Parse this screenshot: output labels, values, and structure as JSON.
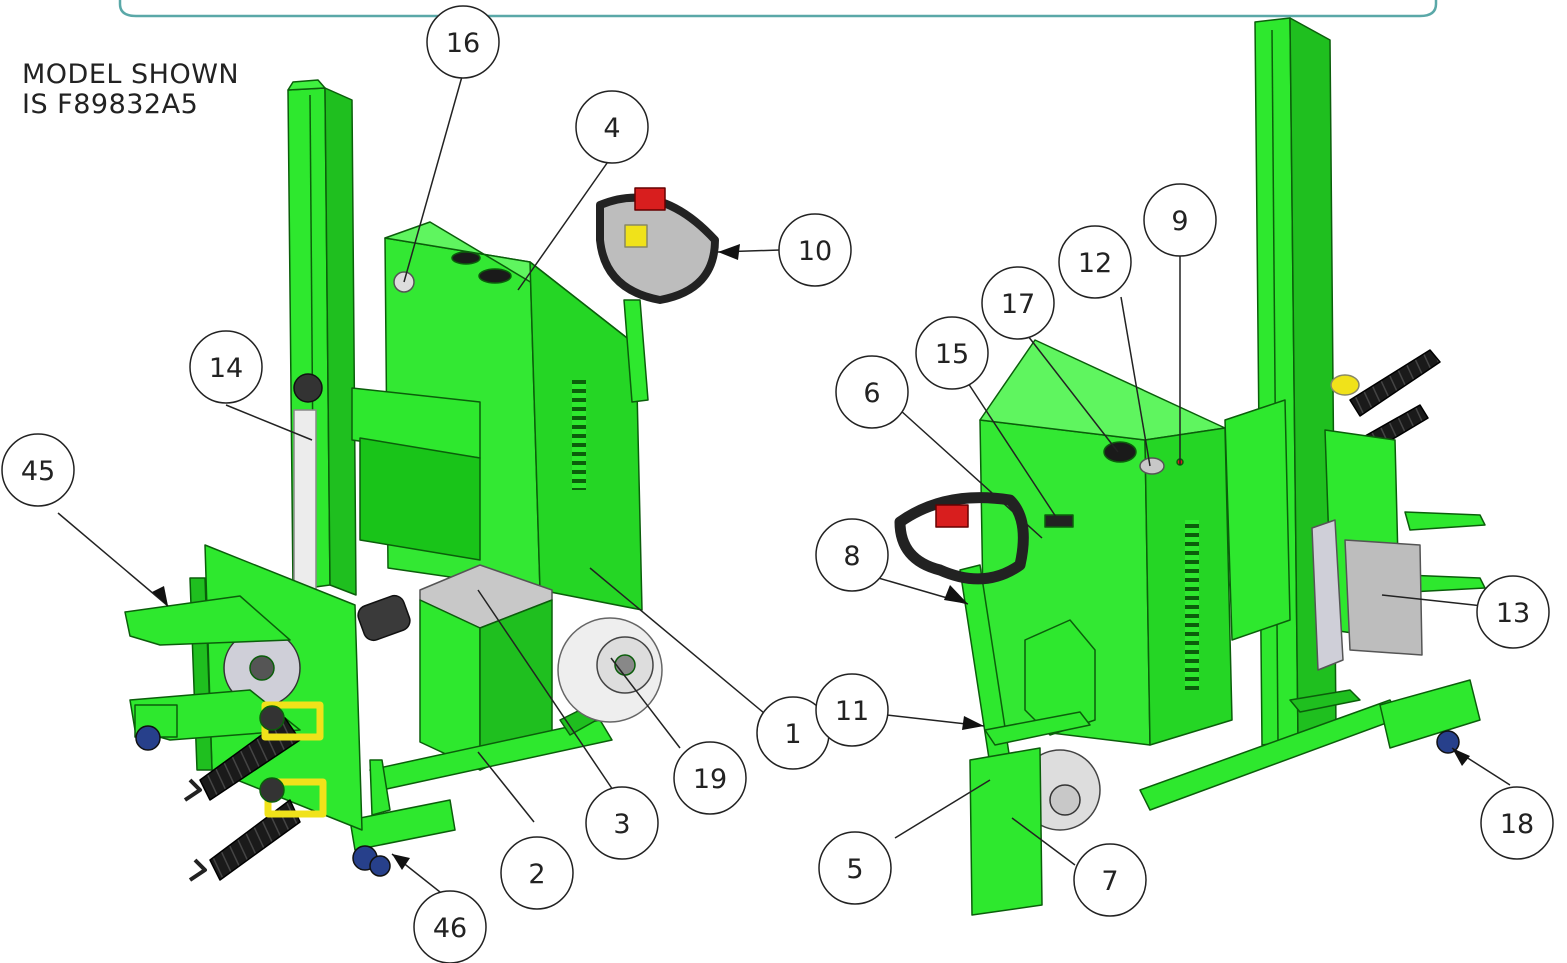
{
  "model_note": {
    "line1": "MODEL SHOWN",
    "line2": "IS F89832A5"
  },
  "colors": {
    "frame_green": "#2ee82e",
    "frame_edge": "#0b5e0b",
    "header_border": "#5aa8a8",
    "strap_black": "#1a1a1a",
    "handle_red": "#d81e1e",
    "clamp_yellow": "#f0e21a",
    "motor_grey": "#cfcfd8"
  },
  "callouts": [
    {
      "id": "c16",
      "label": "16",
      "part": "part 16"
    },
    {
      "id": "c4",
      "label": "4",
      "part": "part 4"
    },
    {
      "id": "c10",
      "label": "10",
      "part": "part 10"
    },
    {
      "id": "c14",
      "label": "14",
      "part": "part 14"
    },
    {
      "id": "c45",
      "label": "45",
      "part": "part 45"
    },
    {
      "id": "c1",
      "label": "1",
      "part": "part 1"
    },
    {
      "id": "c19",
      "label": "19",
      "part": "part 19"
    },
    {
      "id": "c3",
      "label": "3",
      "part": "part 3"
    },
    {
      "id": "c2",
      "label": "2",
      "part": "part 2"
    },
    {
      "id": "c46",
      "label": "46",
      "part": "part 46"
    },
    {
      "id": "c9",
      "label": "9",
      "part": "part 9"
    },
    {
      "id": "c12",
      "label": "12",
      "part": "part 12"
    },
    {
      "id": "c17",
      "label": "17",
      "part": "part 17"
    },
    {
      "id": "c15",
      "label": "15",
      "part": "part 15"
    },
    {
      "id": "c6",
      "label": "6",
      "part": "part 6"
    },
    {
      "id": "c8",
      "label": "8",
      "part": "part 8"
    },
    {
      "id": "c11",
      "label": "11",
      "part": "part 11"
    },
    {
      "id": "c5",
      "label": "5",
      "part": "part 5"
    },
    {
      "id": "c7",
      "label": "7",
      "part": "part 7"
    },
    {
      "id": "c13",
      "label": "13",
      "part": "part 13"
    },
    {
      "id": "c18",
      "label": "18",
      "part": "part 18"
    }
  ]
}
